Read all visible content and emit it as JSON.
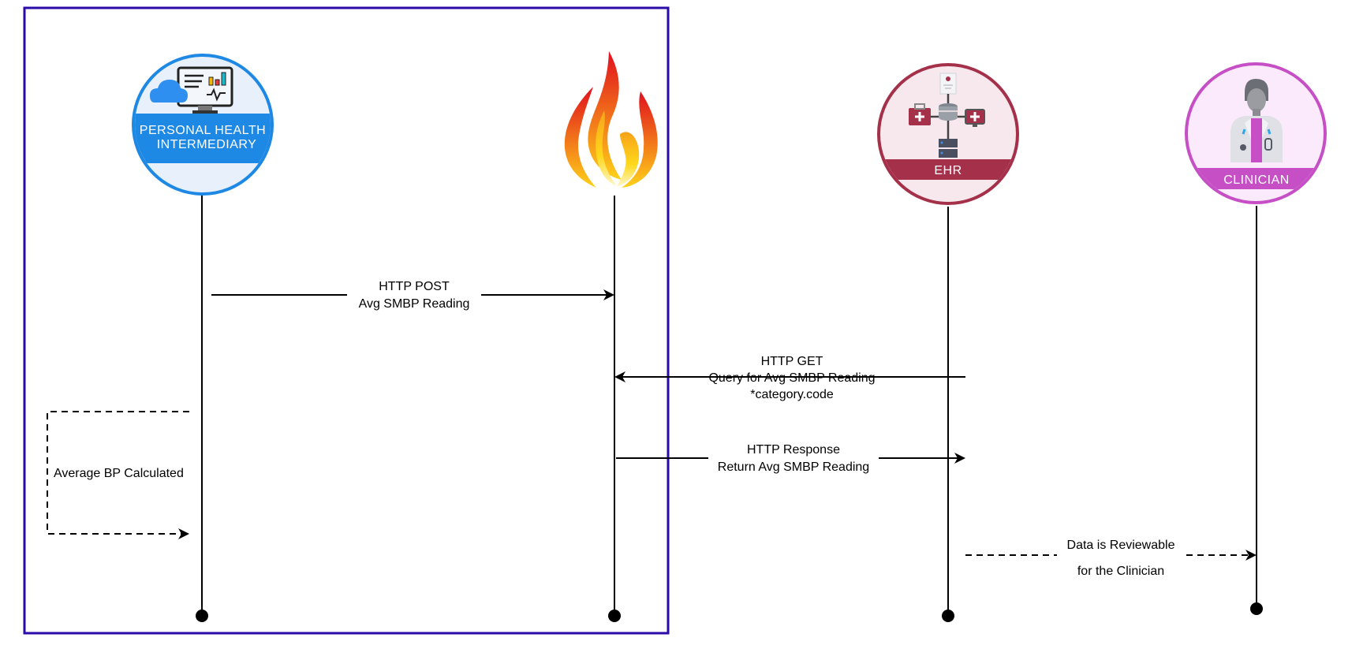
{
  "diagram": {
    "type": "sequence",
    "boundary_color": "#2a0aa8",
    "participants": [
      {
        "id": "phi",
        "label_line1": "PERSONAL HEALTH",
        "label_line2": "INTERMEDIARY",
        "icon": "monitor-cloud-icon",
        "color": "#1e88e5",
        "fill": "#e8f1fb"
      },
      {
        "id": "fhir",
        "label": "",
        "icon": "fire-icon",
        "color": "#e53935"
      },
      {
        "id": "ehr",
        "label": "EHR",
        "icon": "ehr-network-icon",
        "color": "#a4304a",
        "fill": "#f6e8ec"
      },
      {
        "id": "clinician",
        "label": "CLINICIAN",
        "icon": "doctor-icon",
        "color": "#c64fc6",
        "fill": "#fbeafb"
      }
    ],
    "messages": [
      {
        "from": "phi",
        "to": "fhir",
        "style": "solid",
        "lines": [
          "HTTP POST",
          "Avg SMBP Reading"
        ]
      },
      {
        "from": "ehr",
        "to": "fhir",
        "style": "solid",
        "lines": [
          "HTTP GET",
          "Query for Avg SMBP Reading",
          "*category.code"
        ]
      },
      {
        "from": "phi",
        "to": "phi",
        "style": "dashed",
        "lines": [
          "Average BP Calculated"
        ]
      },
      {
        "from": "fhir",
        "to": "ehr",
        "style": "solid",
        "lines": [
          "HTTP Response",
          "Return Avg SMBP Reading"
        ]
      },
      {
        "from": "ehr",
        "to": "clinician",
        "style": "dashed",
        "lines": [
          "Data is Reviewable",
          "for the Clinician"
        ]
      }
    ]
  }
}
